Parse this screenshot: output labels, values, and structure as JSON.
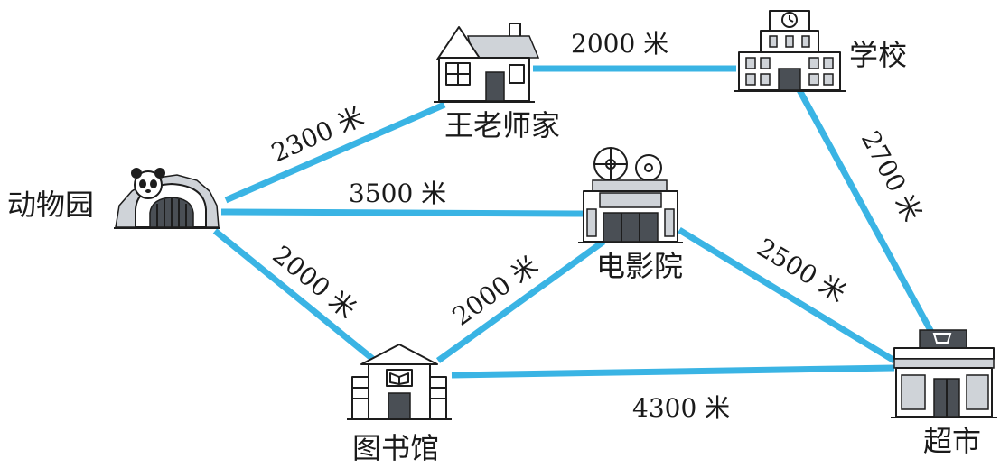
{
  "colors": {
    "route": "#3ab4e4",
    "ink": "#1d1d1d"
  },
  "places": {
    "zoo": {
      "label": "动物园",
      "icon": "zoo-icon"
    },
    "teacher_home": {
      "label": "王老师家",
      "icon": "house-icon"
    },
    "school": {
      "label": "学校",
      "icon": "school-icon"
    },
    "cinema": {
      "label": "电影院",
      "icon": "cinema-icon"
    },
    "library": {
      "label": "图书馆",
      "icon": "library-icon"
    },
    "supermarket": {
      "label": "超市",
      "icon": "supermarket-icon"
    }
  },
  "routes": [
    {
      "from": "zoo",
      "to": "teacher_home",
      "distance": "2300 米"
    },
    {
      "from": "teacher_home",
      "to": "school",
      "distance": "2000 米"
    },
    {
      "from": "zoo",
      "to": "cinema",
      "distance": "3500 米"
    },
    {
      "from": "school",
      "to": "supermarket",
      "distance": "2700 米"
    },
    {
      "from": "zoo",
      "to": "library",
      "distance": "2000 米"
    },
    {
      "from": "library",
      "to": "cinema",
      "distance": "2000 米"
    },
    {
      "from": "cinema",
      "to": "supermarket",
      "distance": "2500 米"
    },
    {
      "from": "library",
      "to": "supermarket",
      "distance": "4300 米"
    }
  ]
}
